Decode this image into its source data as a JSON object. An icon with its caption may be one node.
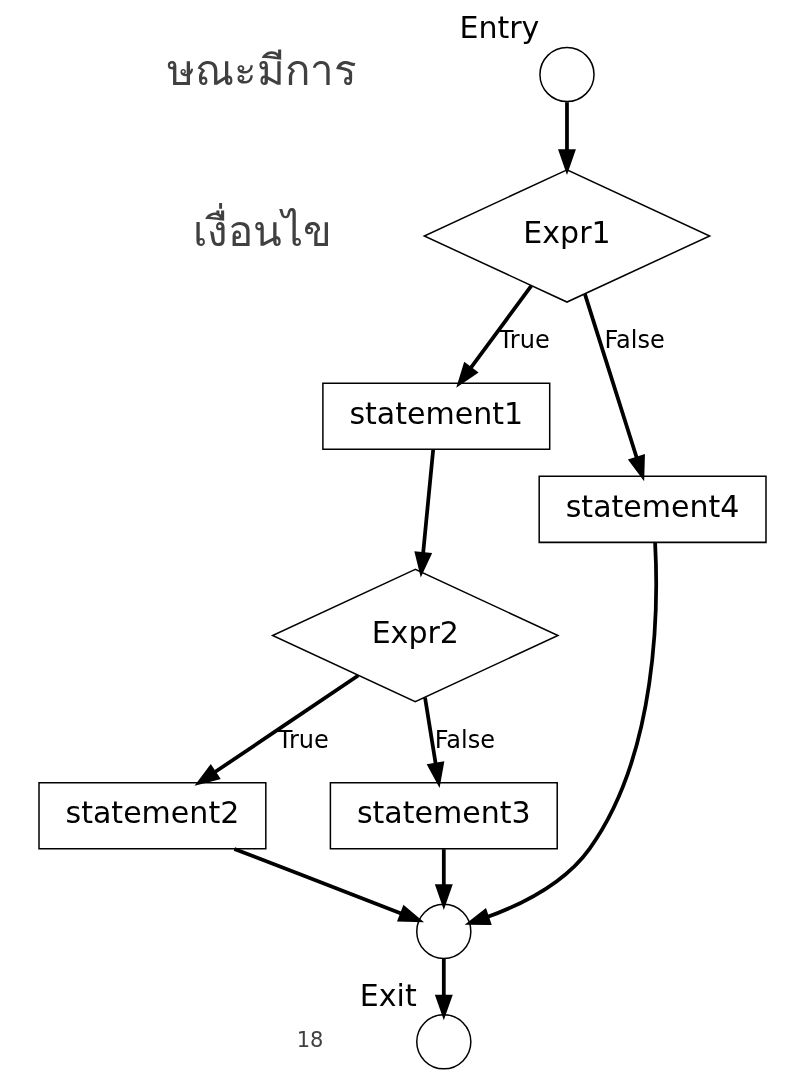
{
  "diagram": {
    "nodes": [
      {
        "text": [],
        "shape": "circle",
        "beside": [
          "Entry"
        ]
      },
      {
        "text": [
          "Expr1"
        ]
      },
      {
        "text": [
          "statement1"
        ]
      },
      {
        "text": [
          "Expr2"
        ]
      },
      {
        "text": [
          "statement2"
        ]
      },
      {
        "text": [
          "statement3"
        ]
      },
      {
        "text": [
          "statement4"
        ]
      },
      {
        "text": [],
        "shape": "circle"
      },
      {
        "text": [],
        "shape": "circle",
        "beside": [
          "Exit"
        ]
      }
    ],
    "edges": [
      {
        "from": 0,
        "to": 1,
        "arrow": "to"
      },
      {
        "from": 1,
        "to": 2,
        "arrow": "to",
        "label": "True"
      },
      {
        "from": 1,
        "to": 6,
        "arrow": "to",
        "label": "False"
      },
      {
        "from": 2,
        "to": 3,
        "arrow": "to"
      },
      {
        "from": 3,
        "to": 4,
        "arrow": "to",
        "label": "True"
      },
      {
        "from": 3,
        "to": 5,
        "arrow": "to",
        "label": "False"
      },
      {
        "from": 4,
        "to": 7,
        "arrow": "to"
      },
      {
        "from": 5,
        "to": 7,
        "arrow": "to"
      },
      {
        "from": 6,
        "to": 7,
        "arrow": "to"
      },
      {
        "from": 7,
        "to": 8,
        "arrow": "to"
      }
    ],
    "labels": [
      "ษณะมีการ",
      "เงื่อนไข",
      "18"
    ]
  }
}
